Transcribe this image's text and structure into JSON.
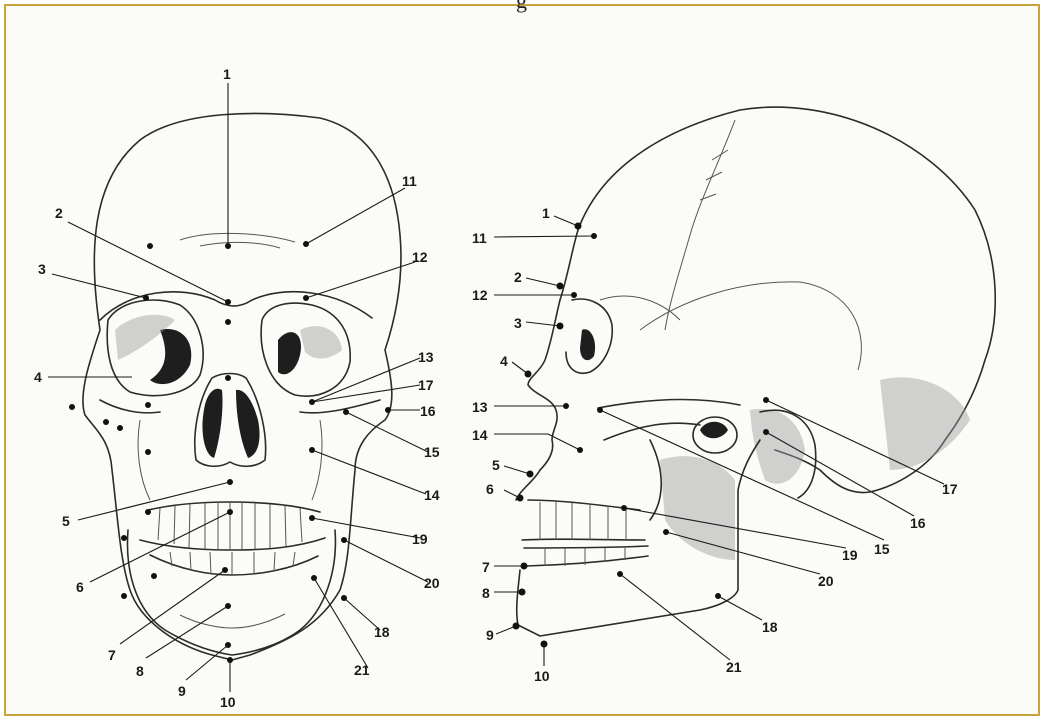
{
  "caption_fragment": "g",
  "frontal_view": {
    "labels": [
      "1",
      "2",
      "3",
      "4",
      "5",
      "6",
      "7",
      "8",
      "9",
      "10",
      "11",
      "12",
      "13",
      "14",
      "15",
      "16",
      "17",
      "18",
      "19",
      "20",
      "21"
    ]
  },
  "lateral_view": {
    "labels": [
      "1",
      "2",
      "3",
      "4",
      "5",
      "6",
      "7",
      "8",
      "9",
      "10",
      "11",
      "12",
      "13",
      "14",
      "15",
      "16",
      "17",
      "18",
      "19",
      "20",
      "21"
    ]
  },
  "colors": {
    "frame_border": "#c9a23b",
    "ink": "#1a1a1a",
    "background": "#fbfbf8"
  }
}
